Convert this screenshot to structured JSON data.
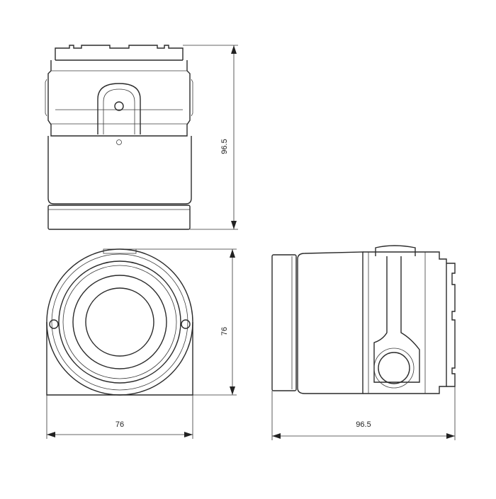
{
  "dimensions": {
    "top_view_height": "96.5",
    "front_view_height": "76",
    "front_view_width": "76",
    "side_view_width": "96.5"
  }
}
